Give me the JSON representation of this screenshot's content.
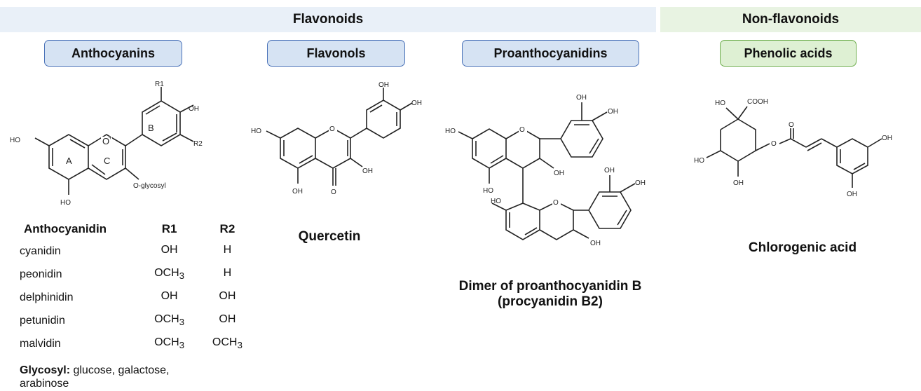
{
  "bands": {
    "flavonoids": "Flavonoids",
    "non_flavonoids": "Non-flavonoids"
  },
  "categories": {
    "anthocyanins": "Anthocyanins",
    "flavonols": "Flavonols",
    "proanthocyanidins": "Proanthocyanidins",
    "phenolic_acids": "Phenolic acids"
  },
  "molecules": {
    "quercetin": "Quercetin",
    "procyanidin_line1": "Dimer of proanthocyanidin B",
    "procyanidin_line2": "(procyanidin B2)",
    "chlorogenic": "Chlorogenic acid"
  },
  "anthocyanin_structure": {
    "r1": "R1",
    "r2": "R2",
    "oh_right": "OH",
    "oh_left": "HO",
    "oh_bottom": "HO",
    "o_plus": "O",
    "plus": "+",
    "ring_a": "A",
    "ring_b": "B",
    "ring_c": "C",
    "o_glycosyl": "O-glycosyl"
  },
  "table": {
    "headers": [
      "Anthocyanidin",
      "R1",
      "R2"
    ],
    "rows": [
      {
        "name": "cyanidin",
        "r1": "OH",
        "r1_sub": "",
        "r2": "H",
        "r2_sub": ""
      },
      {
        "name": "peonidin",
        "r1": "OCH",
        "r1_sub": "3",
        "r2": "H",
        "r2_sub": ""
      },
      {
        "name": "delphinidin",
        "r1": "OH",
        "r1_sub": "",
        "r2": "OH",
        "r2_sub": ""
      },
      {
        "name": "petunidin",
        "r1": "OCH",
        "r1_sub": "3",
        "r2": "OH",
        "r2_sub": ""
      },
      {
        "name": "malvidin",
        "r1": "OCH",
        "r1_sub": "3",
        "r2": "OCH",
        "r2_sub": "3"
      }
    ]
  },
  "glycosyl_note": {
    "label": "Glycosyl:",
    "text": " glucose, galactose, arabinose"
  },
  "atom_labels": {
    "oh": "OH",
    "ho": "HO",
    "o": "O",
    "cooh": "COOH"
  }
}
